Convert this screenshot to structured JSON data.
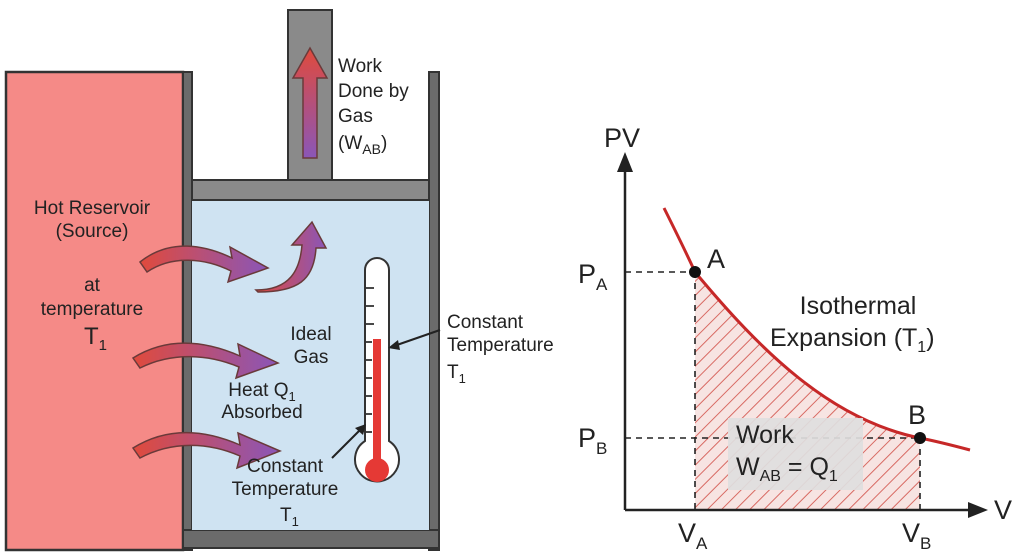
{
  "reservoir": {
    "title_line1": "Hot Reservoir",
    "title_line2": "(Source)",
    "temp_line1": "at",
    "temp_line2": "temperature",
    "temp_symbol": "T",
    "temp_sub": "1",
    "color": "#f58a87"
  },
  "cylinder": {
    "gas_line1": "Ideal",
    "gas_line2": "Gas",
    "heat_line1_main": "Heat Q",
    "heat_line1_sub": "1",
    "heat_line2": "Absorbed",
    "gas_color": "#cfe3f2",
    "wall_color": "#6b6b6b"
  },
  "work_label": {
    "line1": "Work",
    "line2": "Done by",
    "line3": "Gas",
    "line4_pre": "(W",
    "line4_sub": "AB",
    "line4_post": ")"
  },
  "thermometer": {
    "right_line1": "Constant",
    "right_line2": "Temperature",
    "right_symbol": "T",
    "right_sub": "1",
    "bottom_line1": "Constant",
    "bottom_line2": "Temperature",
    "bottom_symbol": "T",
    "bottom_sub": "1",
    "liquid_color": "#e53935"
  },
  "pv_graph": {
    "y_axis_label": "PV",
    "x_axis_label": "V",
    "pa_main": "P",
    "pa_sub": "A",
    "pb_main": "P",
    "pb_sub": "B",
    "va_main": "V",
    "va_sub": "A",
    "vb_main": "V",
    "vb_sub": "B",
    "point_a": "A",
    "point_b": "B",
    "curve_line1": "Isothermal",
    "curve_line2_pre": "Expansion (T",
    "curve_line2_sub": "1",
    "curve_line2_post": ")",
    "work_line1": "Work",
    "work_line2_pre": "W",
    "work_line2_sub": "AB",
    "work_line2_mid": " = Q",
    "work_line2_sub2": "1",
    "curve_color": "#c62828"
  }
}
